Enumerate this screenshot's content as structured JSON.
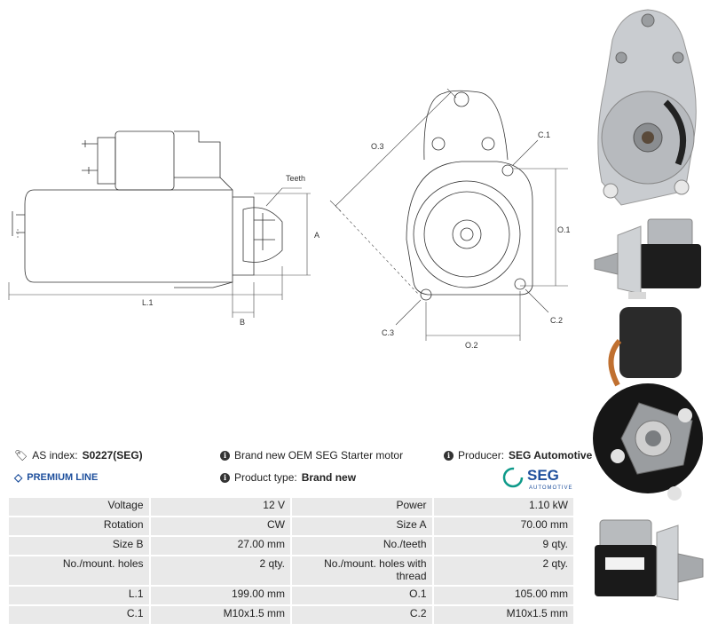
{
  "diagram": {
    "side_labels": {
      "teeth": "Teeth",
      "a": "A",
      "b": "B",
      "l1": "L.1"
    },
    "front_labels": {
      "o3": "O.3",
      "c1": "C.1",
      "o1": "O.1",
      "c2": "C.2",
      "c3": "C.3",
      "o2": "O.2"
    }
  },
  "info": {
    "as_index_label": "AS index:",
    "as_index_value": "S0227(SEG)",
    "premium_line": "PREMIUM LINE",
    "description": "Brand new OEM SEG Starter motor",
    "product_type_label": "Product type:",
    "product_type_value": "Brand new",
    "producer_label": "Producer:",
    "producer_value": "SEG Automotive",
    "logo_text": "SEG",
    "logo_sub": "AUTOMOTIVE"
  },
  "specs": [
    [
      "Voltage",
      "12 V",
      "Power",
      "1.10 kW"
    ],
    [
      "Rotation",
      "CW",
      "Size A",
      "70.00 mm"
    ],
    [
      "Size B",
      "27.00 mm",
      "No./teeth",
      "9 qty."
    ],
    [
      "No./mount. holes",
      "2 qty.",
      "No./mount. holes with thread",
      "2 qty."
    ],
    [
      "L.1",
      "199.00 mm",
      "O.1",
      "105.00 mm"
    ],
    [
      "C.1",
      "M10x1.5 mm",
      "C.2",
      "M10x1.5 mm"
    ]
  ],
  "colors": {
    "accent_blue": "#1e4f9c",
    "seg_green": "#0e9a8a",
    "seg_blue": "#1e4f9c"
  }
}
